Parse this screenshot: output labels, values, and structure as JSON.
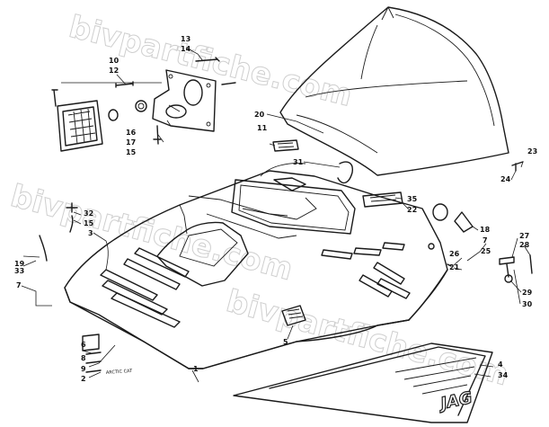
{
  "watermarks": [
    "bivpartfiche.com",
    "bivpartfiche.com",
    "bivpartfiche.com"
  ],
  "emblem_text": "JAG",
  "side_decal_text": "ARCTIC CAT",
  "callouts": [
    "1",
    "2",
    "3",
    "4",
    "5",
    "6",
    "7",
    "7",
    "8",
    "9",
    "10",
    "11",
    "12",
    "13",
    "14",
    "15",
    "15",
    "16",
    "17",
    "18",
    "19",
    "20",
    "21",
    "22",
    "23",
    "24",
    "25",
    "26",
    "27",
    "28",
    "29",
    "30",
    "31",
    "32",
    "33",
    "34",
    "35"
  ]
}
